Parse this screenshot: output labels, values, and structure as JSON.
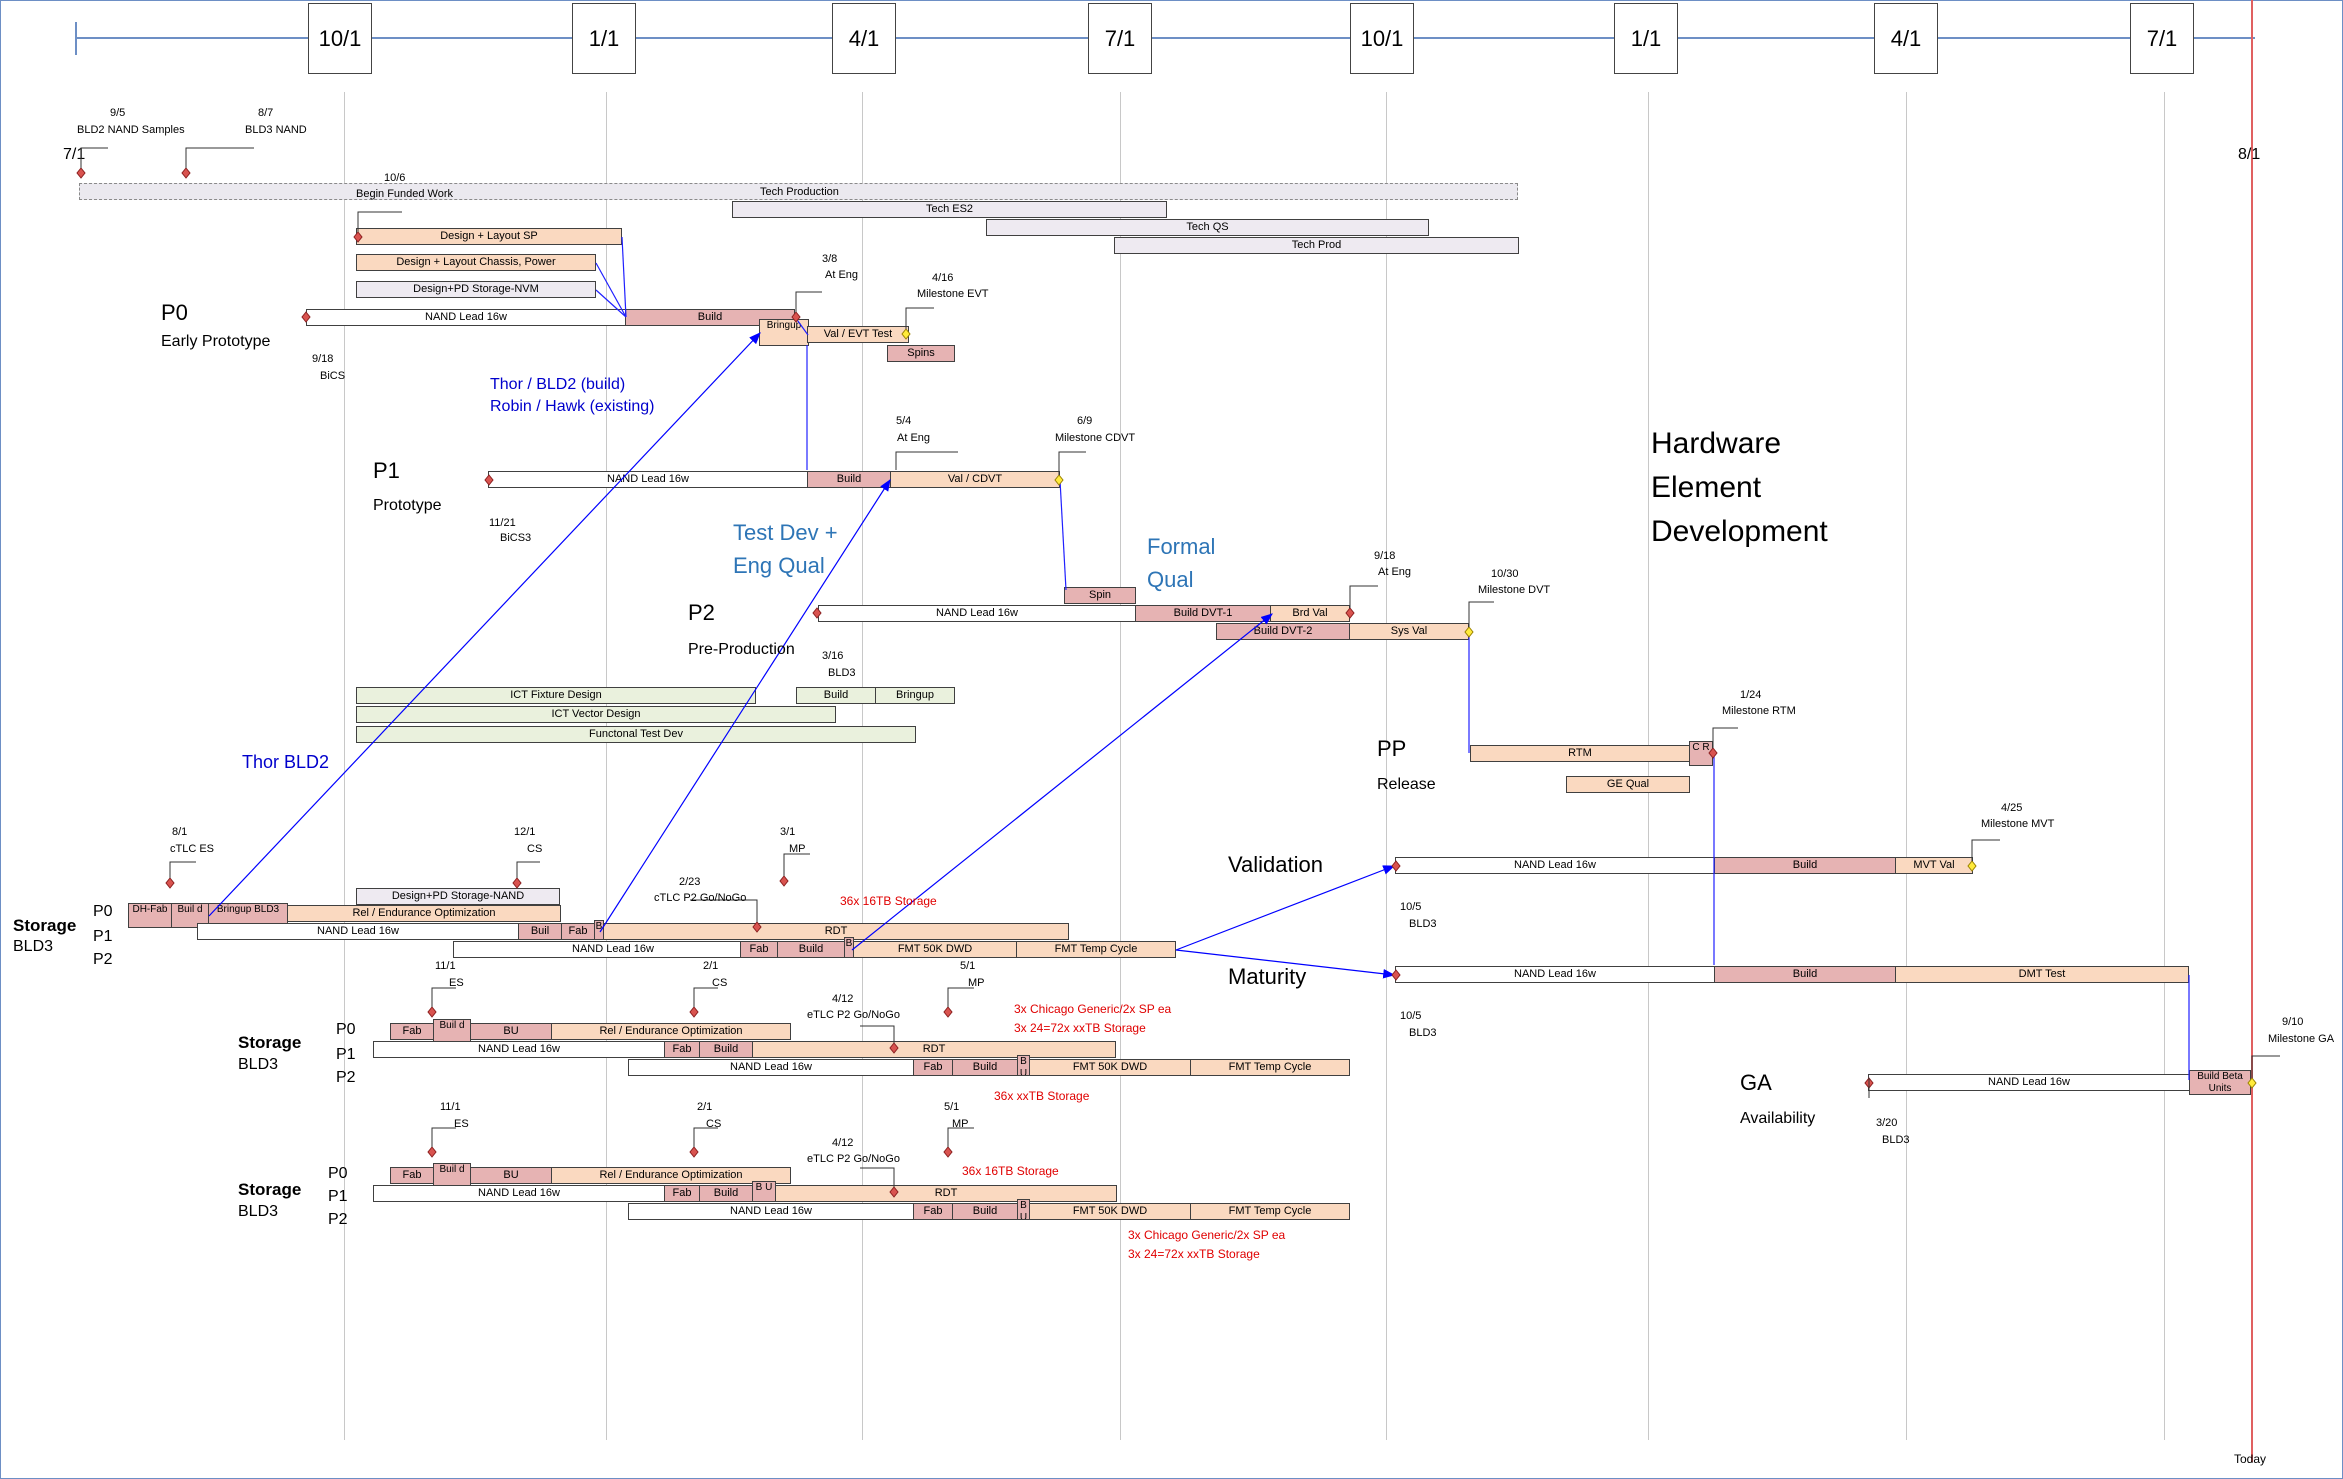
{
  "timeline": {
    "headers": [
      "10/1",
      "1/1",
      "4/1",
      "7/1",
      "10/1",
      "1/1",
      "4/1",
      "7/1"
    ],
    "start_label": "7/1",
    "end_label": "8/1",
    "today_label": "Today"
  },
  "colors": {
    "axis": "#6d8fc5",
    "today_line": "#e04040",
    "build_fill": "#e6b3b3",
    "orange_fill": "#fad9c0",
    "nand_fill": "#ffffff",
    "arrow": "#0000ff"
  },
  "milestones": {
    "bld2_nand": [
      "9/5",
      "BLD2 NAND Samples"
    ],
    "bld3_nand": [
      "8/7",
      "BLD3  NAND"
    ],
    "funded": [
      "10/6",
      "Begin Funded Work"
    ],
    "p0_start": [
      "9/18",
      "BiCS"
    ],
    "p0_ateng": [
      "3/8",
      "At Eng"
    ],
    "p0_evt": [
      "4/16",
      "Milestone EVT"
    ],
    "p1_start": [
      "11/21",
      "BiCS3"
    ],
    "p1_ateng": [
      "5/4",
      "At Eng"
    ],
    "p1_cdvt": [
      "6/9",
      "Milestone CDVT"
    ],
    "p2_start": [
      "3/16",
      "BLD3"
    ],
    "p2_ateng": [
      "9/18",
      "At Eng"
    ],
    "p2_dvt": [
      "10/30",
      "Milestone DVT"
    ],
    "rtm": [
      "1/24",
      "Milestone RTM"
    ],
    "mvt": [
      "4/25",
      "Milestone MVT"
    ],
    "val_start": [
      "10/5",
      "BLD3"
    ],
    "mat_start": [
      "10/5",
      "BLD3"
    ],
    "ga_start": [
      "3/20",
      "BLD3"
    ],
    "ga": [
      "9/10",
      "Milestone GA"
    ],
    "s1_es": [
      "8/1",
      "cTLC ES"
    ],
    "s1_cs": [
      "12/1",
      "CS"
    ],
    "s1_mp": [
      "3/1",
      "MP"
    ],
    "s1_go": [
      "2/23",
      "cTLC P2 Go/NoGo"
    ],
    "s2_es": [
      "11/1",
      "ES"
    ],
    "s2_cs": [
      "2/1",
      "CS"
    ],
    "s2_go": [
      "4/12",
      "eTLC P2 Go/NoGo"
    ],
    "s2_mp": [
      "5/1",
      "MP"
    ],
    "s3_es": [
      "11/1",
      "ES"
    ],
    "s3_cs": [
      "2/1",
      "CS"
    ],
    "s3_go": [
      "4/12",
      "eTLC P2 Go/NoGo"
    ],
    "s3_mp": [
      "5/1",
      "MP"
    ]
  },
  "bars": {
    "funded": "Begin Funded Work",
    "tech_production": "Tech Production",
    "tech_es2": "Tech ES2",
    "tech_qs": "Tech QS",
    "tech_prod": "Tech Prod",
    "design_sp": "Design + Layout SP",
    "design_chassis": "Design + Layout Chassis, Power",
    "design_nvm": "Design+PD Storage-NVM",
    "nand16": "NAND Lead 16w",
    "build": "Build",
    "bringup": "Bringup",
    "val_evt": "Val / EVT Test",
    "spins": "Spins",
    "val_cdvt": "Val / CDVT",
    "spin": "Spin",
    "build_dvt1": "Build DVT-1",
    "brd_val": "Brd Val",
    "build_dvt2": "Build DVT-2",
    "sys_val": "Sys Val",
    "ict_fixture": "ICT Fixture Design",
    "ict_vector": "ICT Vector Design",
    "functional": "Functonal Test Dev",
    "rtm": "RTM",
    "cr": "C R",
    "ge_qual": "GE Qual",
    "mvt_val": "MVT Val",
    "dmt_test": "DMT Test",
    "build_beta": "Build Beta Units",
    "design_nand": "Design+PD Storage-NAND",
    "dh_fab": "DH-Fab",
    "build_short": "Buil d",
    "bringup_bld3": "Bringup BLD3",
    "rel_end": "Rel / Endurance Optimization",
    "buil": "Buil",
    "fab": "Fab",
    "b": "B",
    "rdt": "RDT",
    "fmt_dwd": "FMT 50K DWD",
    "fmt_temp": "FMT Temp Cycle",
    "bu": "BU",
    "bu_small": "B U"
  },
  "labels": {
    "p0_name": "P0",
    "p0_desc": "Early Prototype",
    "p1_name": "P1",
    "p1_desc": "Prototype",
    "p2_name": "P2",
    "p2_desc": "Pre-Production",
    "pp_name": "PP",
    "pp_desc": "Release",
    "validation": "Validation",
    "maturity": "Maturity",
    "ga_name": "GA",
    "ga_desc": "Availability",
    "hw_title": [
      "Hardware",
      "Element",
      "Development"
    ],
    "thor_bld2_build": "Thor / BLD2 (build)",
    "robin_hawk": "Robin / Hawk (existing)",
    "test_dev": [
      "Test Dev +",
      "Eng Qual"
    ],
    "formal_qual": [
      "Formal",
      "Qual"
    ],
    "thor_bld2": "Thor BLD2",
    "storage": "Storage",
    "bld3": "BLD3",
    "pnames": [
      "P0",
      "P1",
      "P2"
    ],
    "storage_16tb": "36x 16TB Storage",
    "chicago1": [
      "3x Chicago Generic/2x SP ea",
      "3x 24=72x xxTB Storage"
    ],
    "xxtb": "36x xxTB Storage",
    "chicago2": [
      "3x Chicago Generic/2x SP ea",
      "3x 24=72x xxTB Storage"
    ]
  }
}
